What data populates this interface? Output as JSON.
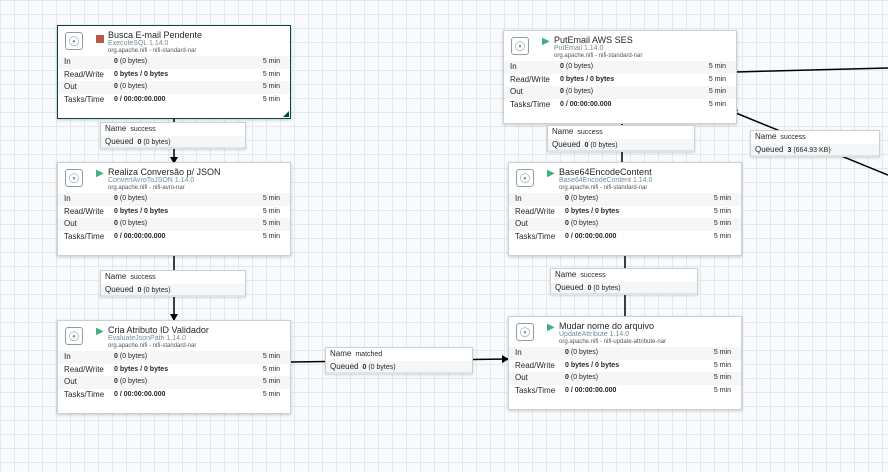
{
  "processors": [
    {
      "id": "p1",
      "name": "Busca E-mail Pendente",
      "type": "ExecuteSQL 1.14.0",
      "bundle": "org.apache.nifi - nifi-standard-nar",
      "state": "stopped",
      "selected": true,
      "stats": {
        "in_label": "In",
        "in_value": "0",
        "in_size": "(0 bytes)",
        "in_window": "5 min",
        "rw_label": "Read/Write",
        "rw_value": "0 bytes / 0 bytes",
        "rw_window": "5 min",
        "out_label": "Out",
        "out_value": "0",
        "out_size": "(0 bytes)",
        "out_window": "5 min",
        "tasks_label": "Tasks/Time",
        "tasks_value": "0 / 00:00:00.000",
        "tasks_window": "5 min"
      }
    },
    {
      "id": "p2",
      "name": "Realiza Conversão p/ JSON",
      "type": "ConvertAvroToJSON 1.14.0",
      "bundle": "org.apache.nifi - nifi-avro-nar",
      "state": "running",
      "selected": false,
      "stats": {
        "in_label": "In",
        "in_value": "0",
        "in_size": "(0 bytes)",
        "in_window": "5 min",
        "rw_label": "Read/Write",
        "rw_value": "0 bytes / 0 bytes",
        "rw_window": "5 min",
        "out_label": "Out",
        "out_value": "0",
        "out_size": "(0 bytes)",
        "out_window": "5 min",
        "tasks_label": "Tasks/Time",
        "tasks_value": "0 / 00:00:00.000",
        "tasks_window": "5 min"
      }
    },
    {
      "id": "p3",
      "name": "Cria Atributo ID Validador",
      "type": "EvaluateJsonPath 1.14.0",
      "bundle": "org.apache.nifi - nifi-standard-nar",
      "state": "running",
      "selected": false,
      "stats": {
        "in_label": "In",
        "in_value": "0",
        "in_size": "(0 bytes)",
        "in_window": "5 min",
        "rw_label": "Read/Write",
        "rw_value": "0 bytes / 0 bytes",
        "rw_window": "5 min",
        "out_label": "Out",
        "out_value": "0",
        "out_size": "(0 bytes)",
        "out_window": "5 min",
        "tasks_label": "Tasks/Time",
        "tasks_value": "0 / 00:00:00.000",
        "tasks_window": "5 min"
      }
    },
    {
      "id": "p4",
      "name": "PutEmail AWS SES",
      "type": "PutEmail 1.14.0",
      "bundle": "org.apache.nifi - nifi-standard-nar",
      "state": "running",
      "selected": false,
      "stats": {
        "in_label": "In",
        "in_value": "0",
        "in_size": "(0 bytes)",
        "in_window": "5 min",
        "rw_label": "Read/Write",
        "rw_value": "0 bytes / 0 bytes",
        "rw_window": "5 min",
        "out_label": "Out",
        "out_value": "0",
        "out_size": "(0 bytes)",
        "out_window": "5 min",
        "tasks_label": "Tasks/Time",
        "tasks_value": "0 / 00:00:00.000",
        "tasks_window": "5 min"
      }
    },
    {
      "id": "p5",
      "name": "Base64EncodeContent",
      "type": "Base64EncodeContent 1.14.0",
      "bundle": "org.apache.nifi - nifi-standard-nar",
      "state": "running",
      "selected": false,
      "stats": {
        "in_label": "In",
        "in_value": "0",
        "in_size": "(0 bytes)",
        "in_window": "5 min",
        "rw_label": "Read/Write",
        "rw_value": "0 bytes / 0 bytes",
        "rw_window": "5 min",
        "out_label": "Out",
        "out_value": "0",
        "out_size": "(0 bytes)",
        "out_window": "5 min",
        "tasks_label": "Tasks/Time",
        "tasks_value": "0 / 00:00:00.000",
        "tasks_window": "5 min"
      }
    },
    {
      "id": "p6",
      "name": "Mudar nome do arquivo",
      "type": "UpdateAttribute 1.14.0",
      "bundle": "org.apache.nifi - nifi-update-attribute-nar",
      "state": "running",
      "selected": false,
      "stats": {
        "in_label": "In",
        "in_value": "0",
        "in_size": "(0 bytes)",
        "in_window": "5 min",
        "rw_label": "Read/Write",
        "rw_value": "0 bytes / 0 bytes",
        "rw_window": "5 min",
        "out_label": "Out",
        "out_value": "0",
        "out_size": "(0 bytes)",
        "out_window": "5 min",
        "tasks_label": "Tasks/Time",
        "tasks_value": "0 / 00:00:00.000",
        "tasks_window": "5 min"
      }
    }
  ],
  "connections": [
    {
      "id": "c1",
      "name_label": "Name",
      "name": "success",
      "queued_label": "Queued",
      "queued_count": "0",
      "queued_size": "(0 bytes)"
    },
    {
      "id": "c2",
      "name_label": "Name",
      "name": "success",
      "queued_label": "Queued",
      "queued_count": "0",
      "queued_size": "(0 bytes)"
    },
    {
      "id": "c3",
      "name_label": "Name",
      "name": "matched",
      "queued_label": "Queued",
      "queued_count": "0",
      "queued_size": "(0 bytes)"
    },
    {
      "id": "c4",
      "name_label": "Name",
      "name": "success",
      "queued_label": "Queued",
      "queued_count": "0",
      "queued_size": "(0 bytes)"
    },
    {
      "id": "c5",
      "name_label": "Name",
      "name": "success",
      "queued_label": "Queued",
      "queued_count": "0",
      "queued_size": "(0 bytes)"
    },
    {
      "id": "c6",
      "name_label": "Name",
      "name": "success",
      "queued_label": "Queued",
      "queued_count": "3",
      "queued_size": "(664.93 KB)"
    }
  ],
  "icons": {
    "processor": "processor-icon",
    "stopped": "stop-icon",
    "running": "play-icon"
  },
  "colors": {
    "stopped": "#ba554a",
    "running": "#3fb17a",
    "selected_border": "#004849",
    "type_text": "#728e9b"
  }
}
